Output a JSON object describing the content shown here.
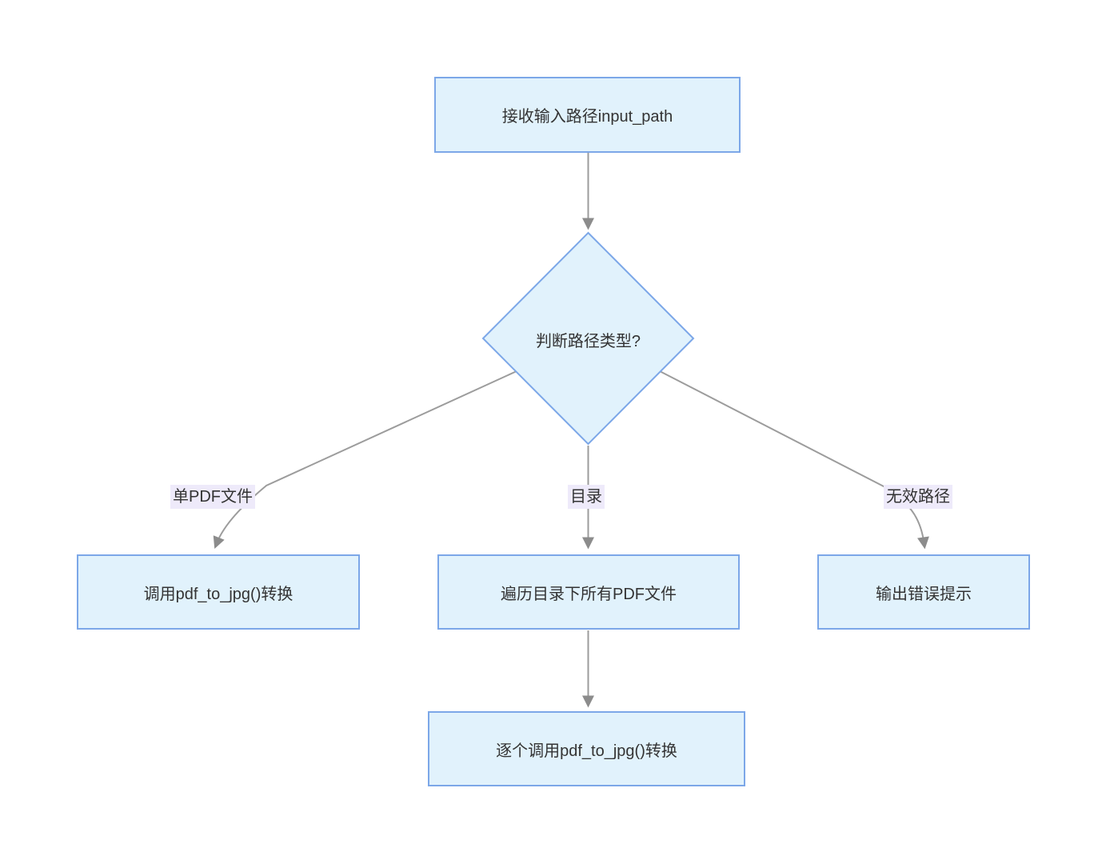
{
  "flowchart": {
    "colors": {
      "canvas_bg": "#ffffff",
      "node_fill": "#e1f2fc",
      "node_border": "#7ca7e8",
      "edge_color": "#9c9c9c",
      "arrow_color": "#8c8c8c",
      "label_bg": "#eeeafa",
      "text_color": "#333333"
    },
    "nodes": {
      "start": {
        "label": "接收输入路径input_path",
        "shape": "rect"
      },
      "decision": {
        "label": "判断路径类型?",
        "shape": "diamond"
      },
      "convert_single": {
        "label": "调用pdf_to_jpg()转换",
        "shape": "rect"
      },
      "iterate_dir": {
        "label": "遍历目录下所有PDF文件",
        "shape": "rect"
      },
      "output_error": {
        "label": "输出错误提示",
        "shape": "rect"
      },
      "convert_each": {
        "label": "逐个调用pdf_to_jpg()转换",
        "shape": "rect"
      }
    },
    "edge_labels": {
      "single_pdf": {
        "text": "单PDF文件"
      },
      "directory": {
        "text": "目录"
      },
      "invalid_path": {
        "text": "无效路径"
      }
    },
    "edges": [
      {
        "from": "start",
        "to": "decision",
        "label": ""
      },
      {
        "from": "decision",
        "to": "convert_single",
        "label": "单PDF文件"
      },
      {
        "from": "decision",
        "to": "iterate_dir",
        "label": "目录"
      },
      {
        "from": "decision",
        "to": "output_error",
        "label": "无效路径"
      },
      {
        "from": "iterate_dir",
        "to": "convert_each",
        "label": ""
      }
    ]
  }
}
